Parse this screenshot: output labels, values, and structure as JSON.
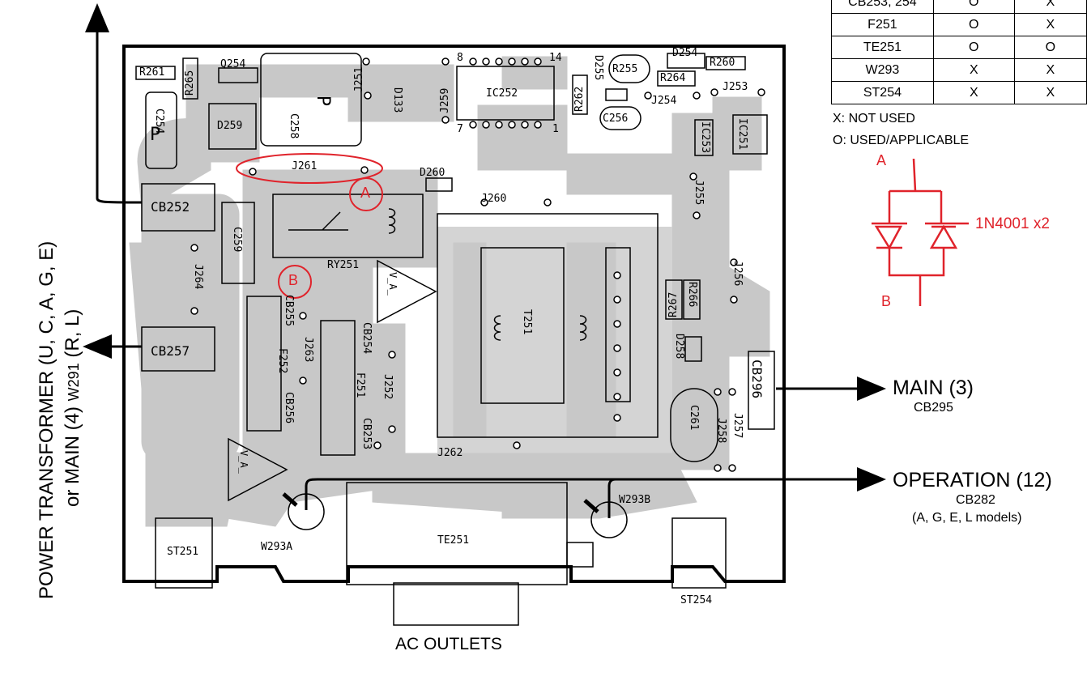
{
  "table": {
    "rows": [
      [
        "CB253, 254",
        "O",
        "X"
      ],
      [
        "F251",
        "O",
        "X"
      ],
      [
        "TE251",
        "O",
        "O"
      ],
      [
        "W293",
        "X",
        "X"
      ],
      [
        "ST254",
        "X",
        "X"
      ]
    ]
  },
  "legend": {
    "x_note": "X: NOT USED",
    "o_note": "O: USED/APPLICABLE"
  },
  "annotation": {
    "point_a": "A",
    "point_b": "B",
    "diode_label": "1N4001 x2"
  },
  "connections": {
    "main_label": "MAIN (3)",
    "main_connector": "CB295",
    "operation_label": "OPERATION (12)",
    "operation_connector": "CB282",
    "operation_models": "(A, G, E, L models)",
    "power_transformer_line1": "POWER TRANSFORMER (U, C, A, G, E)",
    "power_transformer_line2_a": "or MAIN (4)",
    "power_transformer_line2_b": "W291",
    "power_transformer_line2_c": "(R, L)",
    "ac_outlets": "AC OUTLETS"
  },
  "components": {
    "R261": "R261",
    "R265": "R265",
    "Q254": "Q254",
    "C254": "C254",
    "D259": "D259",
    "C258": "C258",
    "J251": "J251",
    "D133": "D133",
    "J259": "J259",
    "IC252": "IC252",
    "pin8": "8",
    "pin14": "14",
    "pin7": "7",
    "pin1": "1",
    "D255": "D255",
    "R255": "R255",
    "R262": "R262",
    "C256": "C256",
    "D254": "D254",
    "R260": "R260",
    "R264": "R264",
    "J254": "J254",
    "J253": "J253",
    "IC253": "IC253",
    "IC251": "IC251",
    "J261": "J261",
    "D260": "D260",
    "J260": "J260",
    "CB252": "CB252",
    "C259": "C259",
    "RY251": "RY251",
    "J255": "J255",
    "J264": "J264",
    "J256": "J256",
    "R267": "R267",
    "R266": "R266",
    "D258": "D258",
    "CB255": "CB255",
    "CB257": "CB257",
    "F252": "F252",
    "J263": "J263",
    "CB256": "CB256",
    "CB254": "CB254",
    "F251": "F251",
    "J252": "J252",
    "CB253": "CB253",
    "T251": "T251",
    "CB296": "CB296",
    "C261": "C261",
    "J258": "J258",
    "J257": "J257",
    "J262": "J262",
    "W293A": "W293A",
    "W293B": "W293B",
    "TE251": "TE251",
    "ST251": "ST251",
    "ST254": "ST254",
    "P1": "P",
    "P2": "P",
    "VA1": "V_A_",
    "VA2": "V_A_"
  },
  "colors": {
    "trace": "#c8c8c8",
    "outline": "#000000",
    "annotation": "#e0232b"
  }
}
